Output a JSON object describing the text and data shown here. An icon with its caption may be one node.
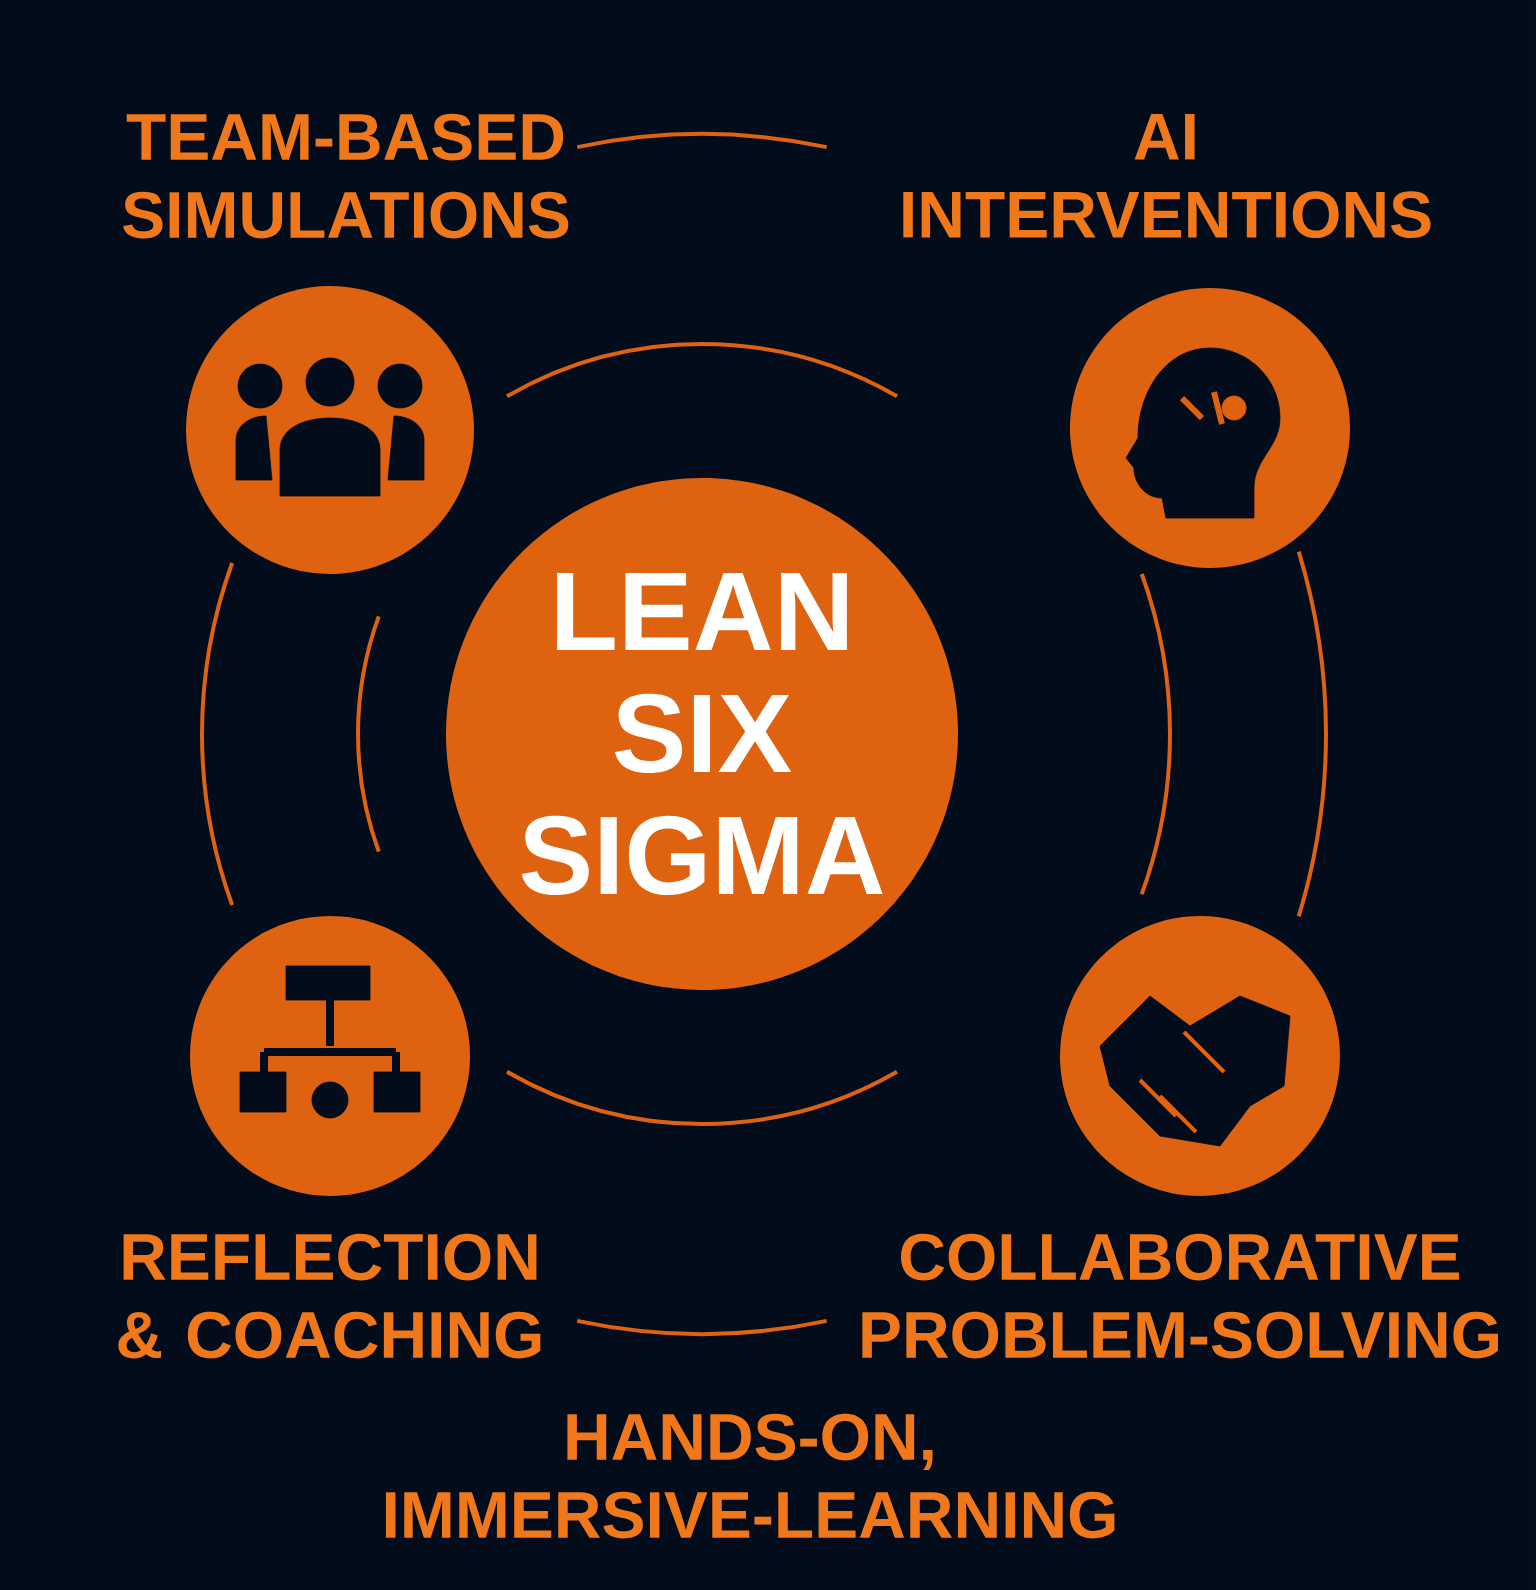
{
  "diagram": {
    "nodes": [
      {
        "text": [
          "LEAN SIX SIGMA"
        ]
      },
      {
        "text": [],
        "shape": "circle",
        "beside": [
          "TEAM-BASED SIMULATIONS"
        ]
      },
      {
        "text": [],
        "shape": "circle",
        "beside": [
          "AI INTERVENTIONS"
        ]
      },
      {
        "text": [],
        "shape": "circle",
        "beside": [
          "REFLECTION & COACHING"
        ]
      },
      {
        "text": [],
        "shape": "circle",
        "beside": [
          "COLLABORATIVE PROBLEM-SOLVING"
        ]
      }
    ],
    "labels": [
      "HANDS-ON, IMMERSIVE-LEARNING"
    ]
  }
}
